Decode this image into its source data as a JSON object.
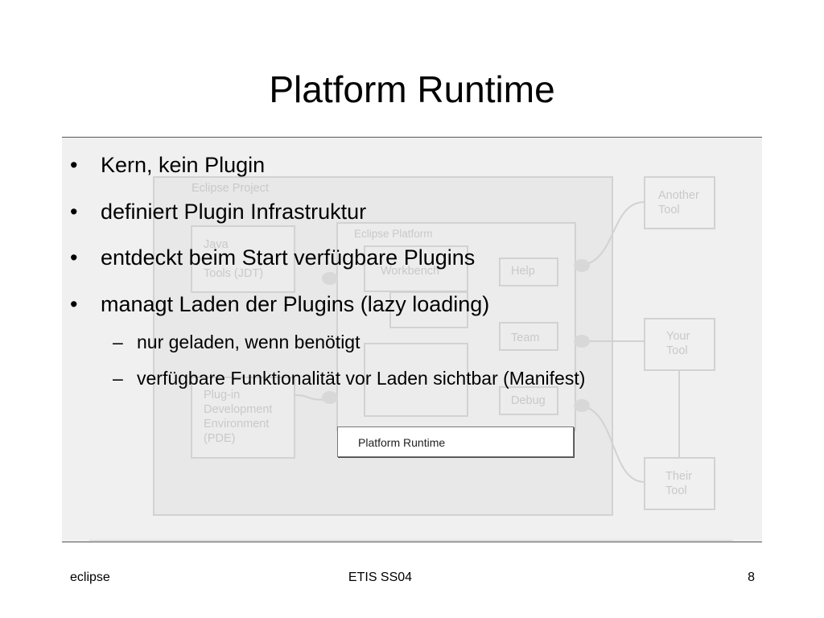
{
  "slide": {
    "title": "Platform Runtime",
    "bullets": [
      {
        "marker": "•",
        "text": "Kern, kein Plugin"
      },
      {
        "marker": "•",
        "text": "definiert Plugin Infrastruktur"
      },
      {
        "marker": "•",
        "text": "entdeckt beim Start verfügbare Plugins"
      },
      {
        "marker": "•",
        "text": "managt Laden der Plugins (lazy loading)"
      }
    ],
    "sub_bullets": [
      {
        "marker": "–",
        "text": "nur geladen, wenn benötigt"
      },
      {
        "marker": "–",
        "text": "verfügbare Funktionalität vor Laden sichtbar (Manifest)"
      }
    ]
  },
  "diagram": {
    "eclipse_project": "Eclipse Project",
    "jdt": [
      "Java",
      "Tools (JDT)"
    ],
    "pde": [
      "Plug-in",
      "Development",
      "Environment",
      "(PDE)"
    ],
    "eclipse_platform": "Eclipse Platform",
    "workbench": "Workbench",
    "help": "Help",
    "team": "Team",
    "debug": "Debug",
    "another_tool": [
      "Another",
      "Tool"
    ],
    "your_tool": [
      "Your",
      "Tool"
    ],
    "their_tool": [
      "Their",
      "Tool"
    ],
    "platform_runtime": "Platform Runtime"
  },
  "footer": {
    "left": "eclipse",
    "center": "ETIS SS04",
    "page_number": "8"
  }
}
